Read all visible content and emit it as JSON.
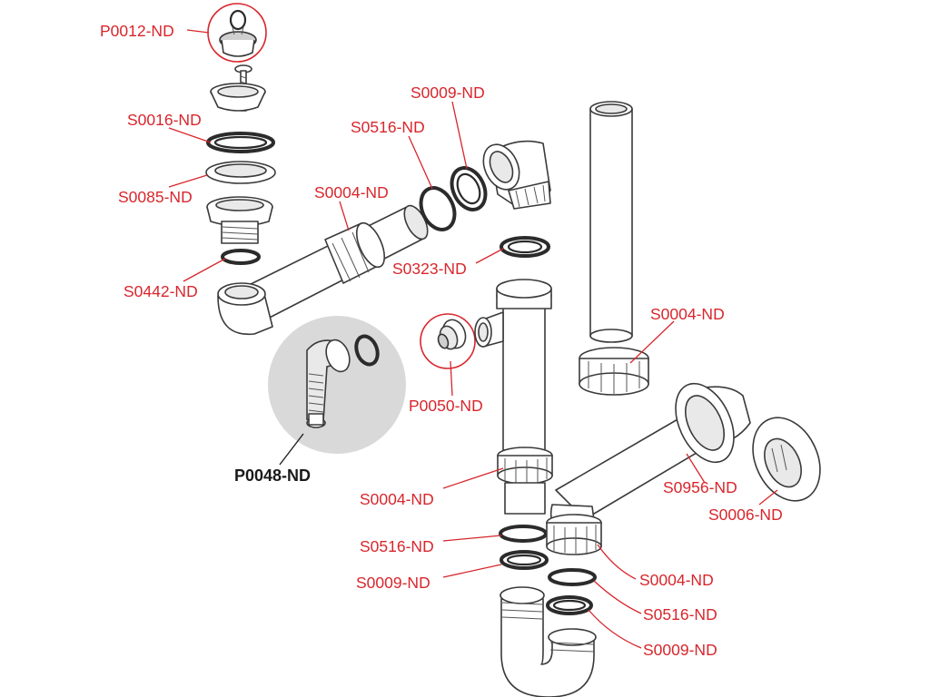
{
  "labels": {
    "p0012": "P0012-ND",
    "s0016": "S0016-ND",
    "s0085": "S0085-ND",
    "s0442": "S0442-ND",
    "s0004_top": "S0004-ND",
    "s0516_top": "S0516-ND",
    "s0009_top": "S0009-ND",
    "s0323": "S0323-ND",
    "p0050": "P0050-ND",
    "p0048": "P0048-ND",
    "s0004_right": "S0004-ND",
    "s0004_mid": "S0004-ND",
    "s0956": "S0956-ND",
    "s0006": "S0006-ND",
    "s0516_left": "S0516-ND",
    "s0009_left": "S0009-ND",
    "s0004_low": "S0004-ND",
    "s0516_low": "S0516-ND",
    "s0009_low": "S0009-ND"
  },
  "colors": {
    "label_red": "#d8262c",
    "label_black": "#1a1a1a",
    "highlight_grey": "#d9d9d9"
  }
}
